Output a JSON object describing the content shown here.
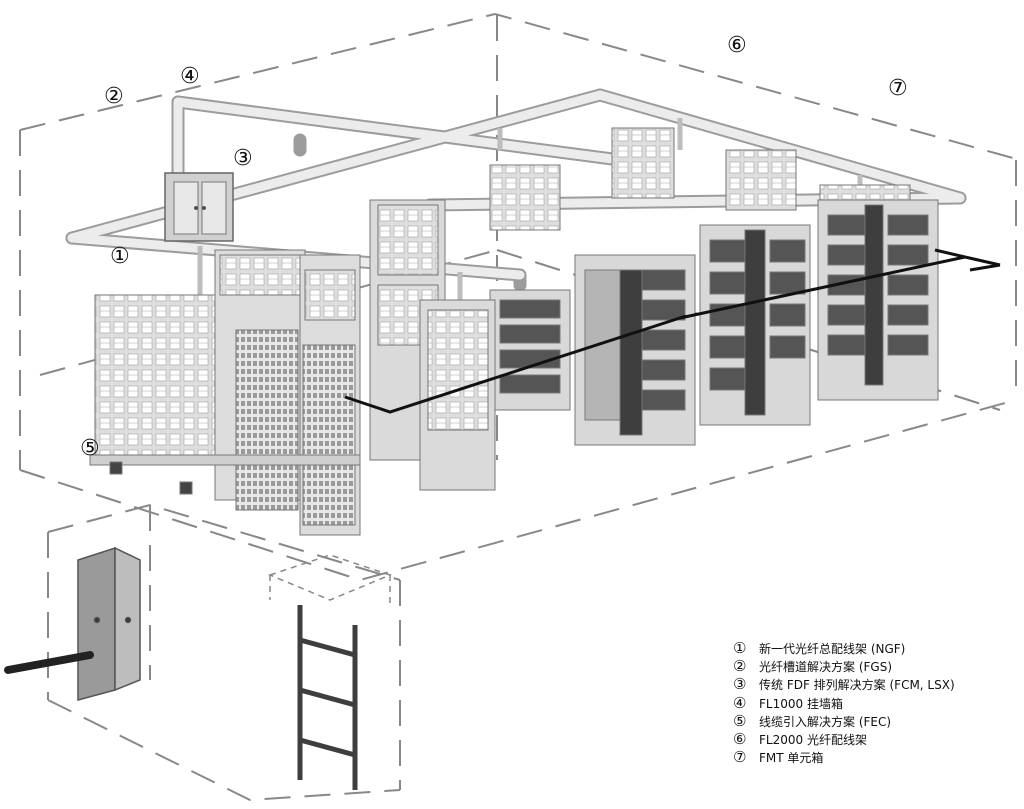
{
  "colors": {
    "outline": "#888888",
    "tray": "#e4e4e4",
    "rack": "#dcdcdc",
    "dark": "#3e3e3e",
    "line": "#111111"
  },
  "callouts": [
    "①",
    "②",
    "③",
    "④",
    "⑤",
    "⑥",
    "⑦"
  ],
  "legend": [
    {
      "num": "①",
      "text": "新一代光纤总配线架 (NGF)"
    },
    {
      "num": "②",
      "text": "光纤槽道解决方案 (FGS)"
    },
    {
      "num": "③",
      "text": "传统 FDF 排列解决方案 (FCM, LSX)"
    },
    {
      "num": "④",
      "text": "FL1000 挂墙箱"
    },
    {
      "num": "⑤",
      "text": "线缆引入解决方案 (FEC)"
    },
    {
      "num": "⑥",
      "text": "FL2000 光纤配线架"
    },
    {
      "num": "⑦",
      "text": "FMT 单元箱"
    }
  ]
}
